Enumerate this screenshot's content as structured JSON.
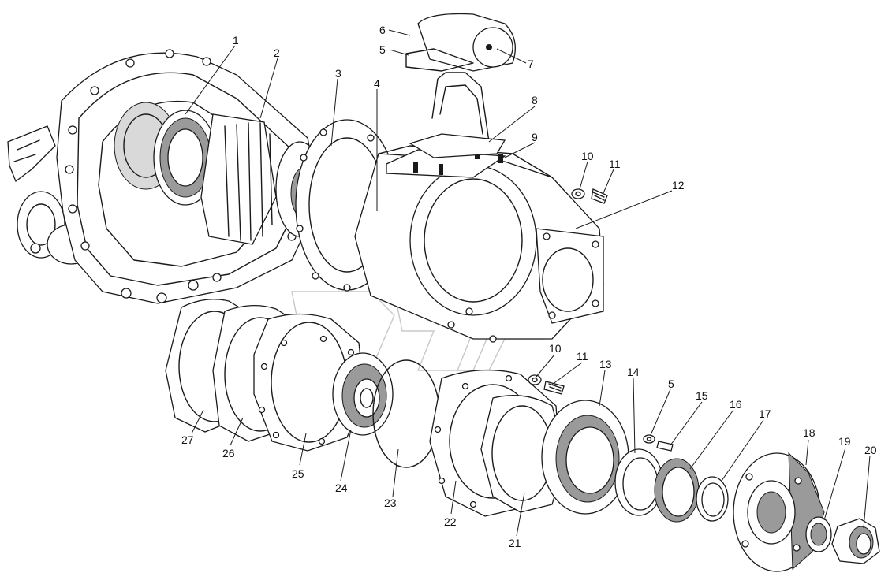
{
  "figure": {
    "kind": "exploded parts diagram",
    "callouts": [
      {
        "id": "c1",
        "label": "1"
      },
      {
        "id": "c2",
        "label": "2"
      },
      {
        "id": "c3",
        "label": "3"
      },
      {
        "id": "c4",
        "label": "4"
      },
      {
        "id": "c5a",
        "label": "5"
      },
      {
        "id": "c6",
        "label": "6"
      },
      {
        "id": "c7",
        "label": "7"
      },
      {
        "id": "c8",
        "label": "8"
      },
      {
        "id": "c9",
        "label": "9"
      },
      {
        "id": "c10a",
        "label": "10"
      },
      {
        "id": "c11a",
        "label": "11"
      },
      {
        "id": "c12",
        "label": "12"
      },
      {
        "id": "c10b",
        "label": "10"
      },
      {
        "id": "c11b",
        "label": "11"
      },
      {
        "id": "c13",
        "label": "13"
      },
      {
        "id": "c14",
        "label": "14"
      },
      {
        "id": "c5b",
        "label": "5"
      },
      {
        "id": "c15",
        "label": "15"
      },
      {
        "id": "c16",
        "label": "16"
      },
      {
        "id": "c17",
        "label": "17"
      },
      {
        "id": "c18",
        "label": "18"
      },
      {
        "id": "c19",
        "label": "19"
      },
      {
        "id": "c20",
        "label": "20"
      },
      {
        "id": "c21",
        "label": "21"
      },
      {
        "id": "c22",
        "label": "22"
      },
      {
        "id": "c23",
        "label": "23"
      },
      {
        "id": "c24",
        "label": "24"
      },
      {
        "id": "c25",
        "label": "25"
      },
      {
        "id": "c26",
        "label": "26"
      },
      {
        "id": "c27",
        "label": "27"
      }
    ]
  },
  "colors": {
    "ink": "#1a1a1a",
    "paper": "#ffffff",
    "watermark": "#c8c8c8"
  }
}
